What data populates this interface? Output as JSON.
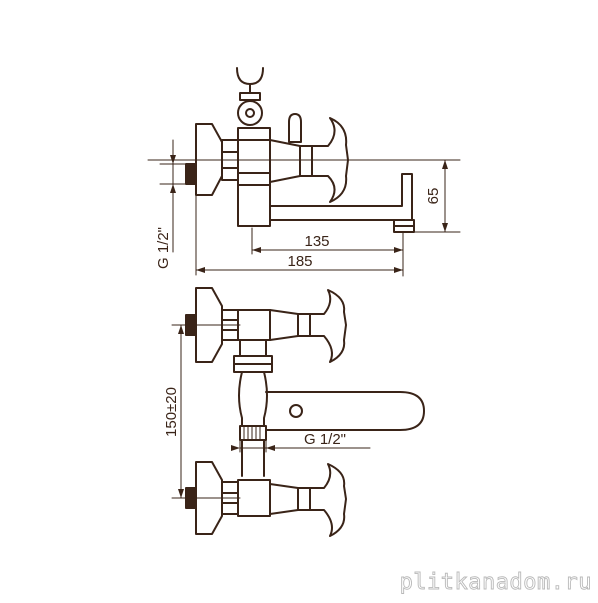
{
  "colors": {
    "line": "#3a2418",
    "background": "#ffffff",
    "watermark_outline": "#b9b9b9"
  },
  "top_view": {
    "dim_spout_length": "135",
    "dim_overall_length": "185",
    "dim_spout_height": "65",
    "dim_thread": "G 1/2\""
  },
  "bottom_view": {
    "dim_center_distance": "150±20",
    "dim_thread": "G 1/2\""
  },
  "watermark": "plitkanadom.ru"
}
